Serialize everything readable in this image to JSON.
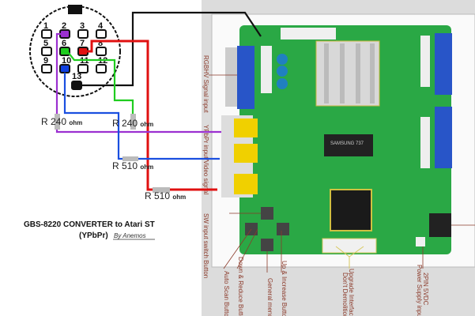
{
  "diagram": {
    "title": "GBS-8220 CONVERTER to Atari ST",
    "subtitle": "(YPbPr)",
    "author": "By Anemos",
    "connector": {
      "pins": [
        "1",
        "2",
        "3",
        "4",
        "5",
        "6",
        "7",
        "8",
        "9",
        "10",
        "11",
        "12",
        "13"
      ],
      "pin_colors": {
        "2": "#9b30d0",
        "6": "#1fcc1f",
        "7": "#e01010",
        "10": "#1040e0",
        "13": "#111111"
      }
    },
    "resistors": [
      {
        "value": "R 240",
        "unit": "ohm"
      },
      {
        "value": "R 240",
        "unit": "ohm"
      },
      {
        "value": "R 510",
        "unit": "ohm"
      },
      {
        "value": "R 510",
        "unit": "ohm"
      }
    ],
    "wire_colors": {
      "sync": "#111111",
      "purple": "#9b30d0",
      "green": "#1fcc1f",
      "blue": "#1a4fe0",
      "red": "#e01010"
    },
    "board_labels": {
      "rgbhv": "RGBHV Signal input",
      "ypbpr": "YPbPr input/Video signal",
      "sw_input": "SW input switch Button",
      "auto_scan": "Auto Scan Button",
      "down_reduce": "Down & Reduce Button",
      "general_menu": "General menu",
      "up_increase": "Up & Increase Button",
      "upgrade": "Upgrade Interface",
      "dont_demolition": "Don't Demolition",
      "power_pin": "2PIN 5VDC",
      "power_supply": "Power Supply input"
    },
    "chip_text": "SAMSUNG 737"
  }
}
